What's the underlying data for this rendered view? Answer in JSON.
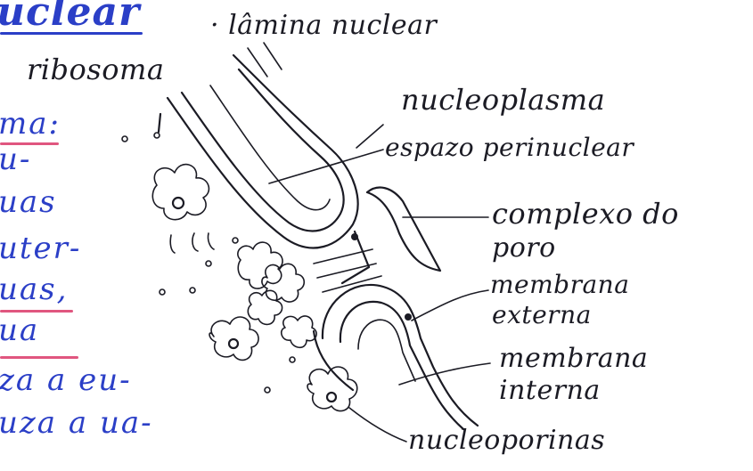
{
  "title_fragment": "uclear",
  "left_notes": [
    "ribosoma",
    "ma:",
    "u-",
    "uas",
    "uter-",
    "uas,",
    "ua",
    "za a eu-",
    "uza a ua-"
  ],
  "labels": {
    "lamina": "· lâmina nuclear",
    "nucleoplasma": "nucleoplasma",
    "espazo": "espazo perinuclear",
    "complexo_line1": "complexo do",
    "complexo_line2": "poro",
    "membrana_externa_line1": "membrana",
    "membrana_externa_line2": "externa",
    "membrana_interna_line1": "membrana",
    "membrana_interna_line2": "interna",
    "nucleoporinas": "nucleoporinas"
  },
  "colors": {
    "ink": "#1b1b24",
    "notes_ink": "#2b3fc7",
    "highlight": "#e0567f"
  }
}
